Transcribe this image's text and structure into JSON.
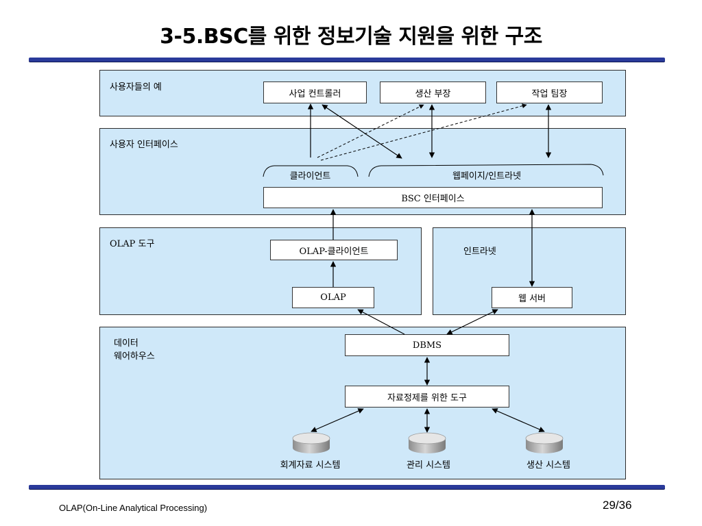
{
  "slide": {
    "title": "3-5.BSC를 위한 정보기술 지원을 위한 구조",
    "footer": "OLAP(On-Line Analytical Processing)",
    "page_number": "29/36"
  },
  "panels": {
    "users": {
      "label": "사용자들의 예",
      "boxes": [
        "사업 컨트롤러",
        "생산 부장",
        "작업 팀장"
      ]
    },
    "interface": {
      "label": "사용자 인터페이스",
      "client_label": "클라이언트",
      "web_label": "웹페이지/인트라넷",
      "bsc_box": "BSC 인터페이스"
    },
    "olap": {
      "label": "OLAP 도구",
      "client_box": "OLAP-클라이언트",
      "olap_box": "OLAP"
    },
    "intranet": {
      "label": "인트라넷",
      "web_server_box": "웹 서버"
    },
    "warehouse": {
      "label_line1": "데이터",
      "label_line2": "웨어하우스",
      "dbms_box": "DBMS",
      "cleansing_box": "자료정제를 위한 도구",
      "systems": [
        "회계자료 시스템",
        "관리 시스템",
        "생산 시스템"
      ]
    }
  },
  "colors": {
    "panel_fill": "#cfe8f9",
    "rule": "#2a3a9a"
  }
}
